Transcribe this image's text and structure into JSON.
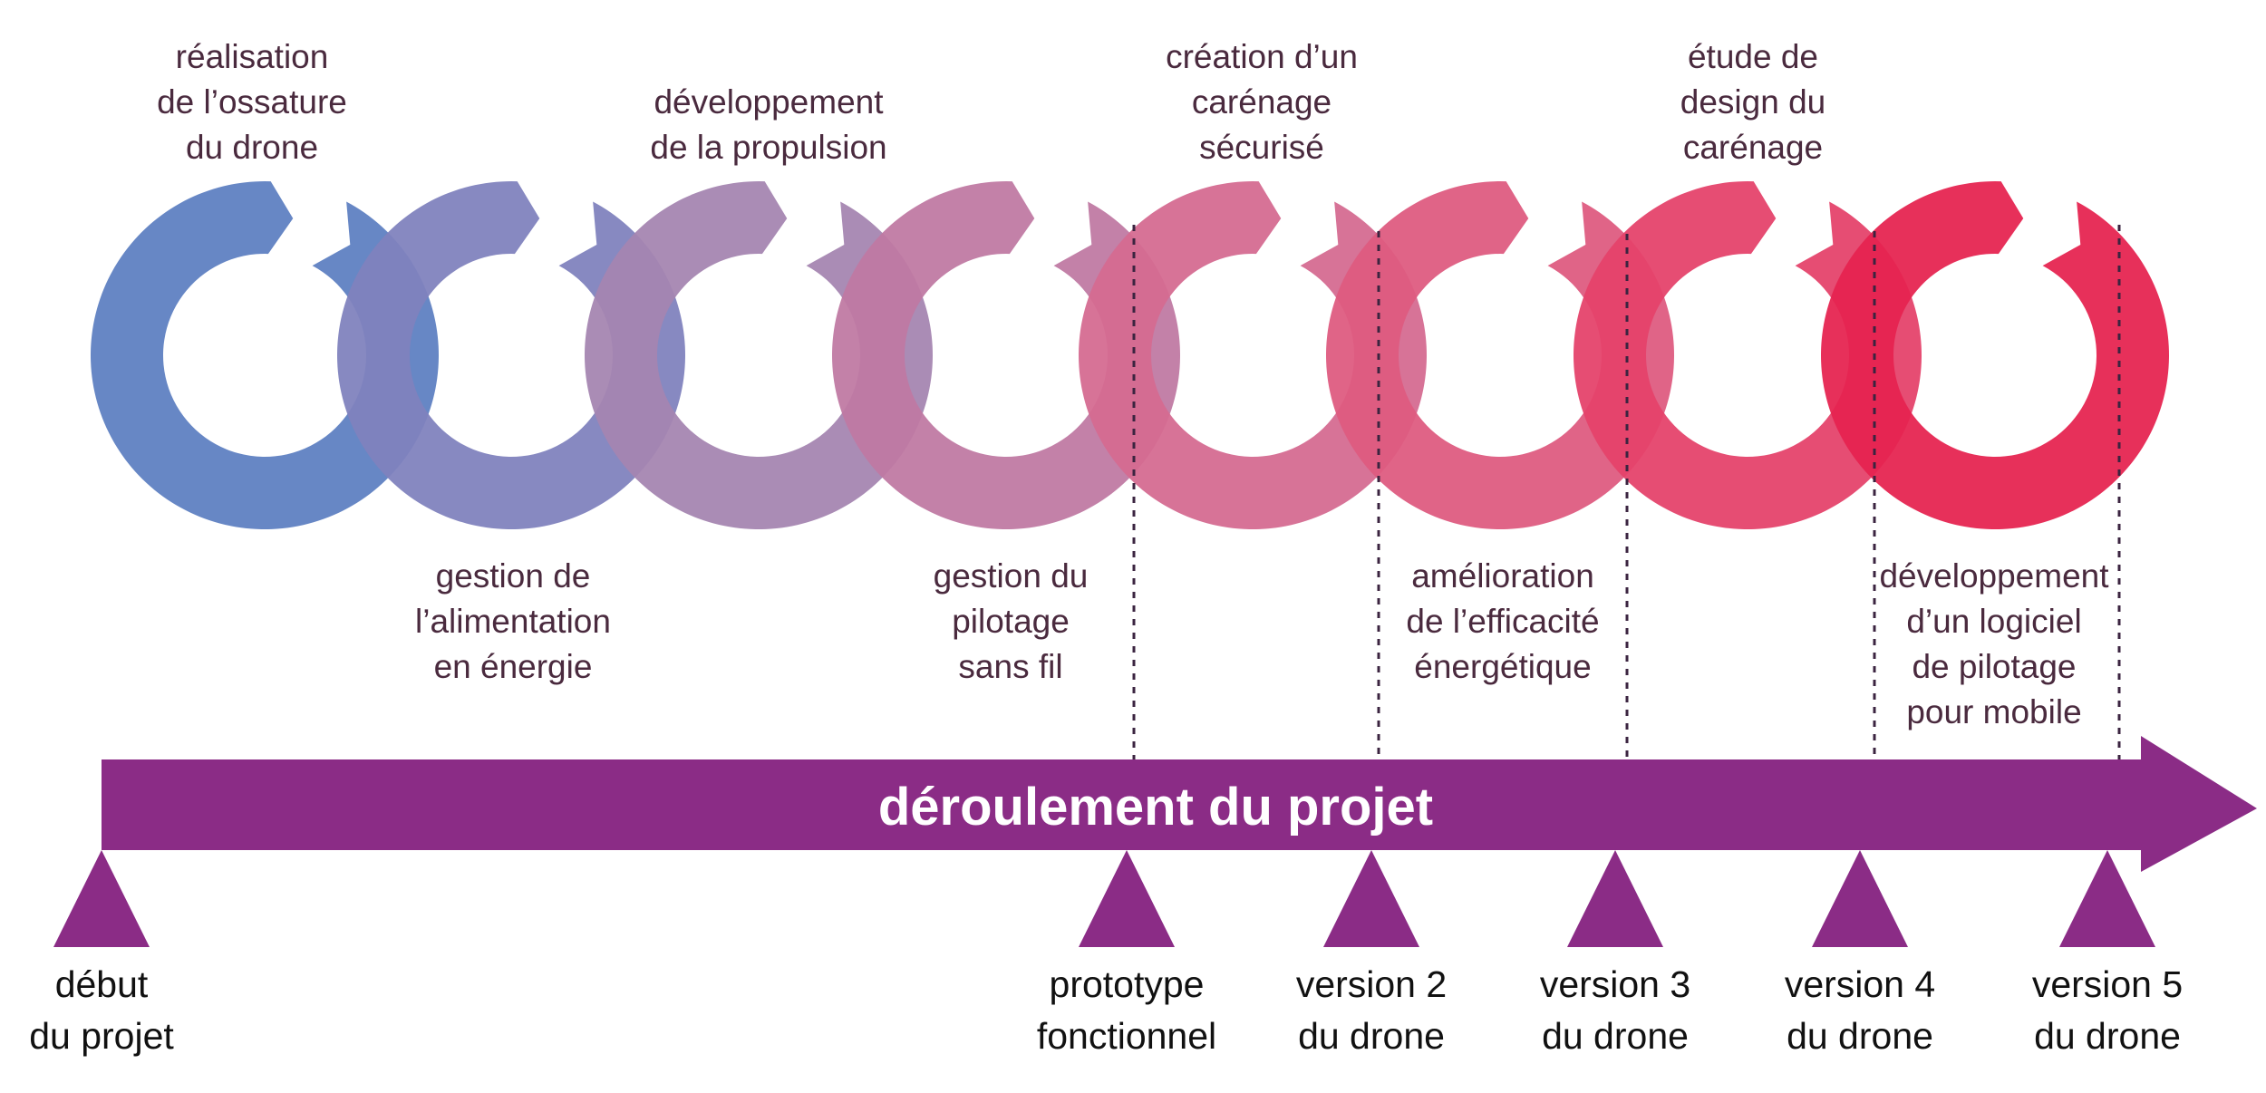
{
  "timeline": {
    "label": "déroulement du projet",
    "color": "#8b2c86"
  },
  "stages": [
    {
      "lines": [
        "réalisation",
        "de l’ossature",
        "du drone"
      ],
      "position": "top",
      "color": "#5e7fc1"
    },
    {
      "lines": [
        "gestion de",
        "l’alimentation",
        "en énergie"
      ],
      "position": "bottom",
      "color": "#8082bd"
    },
    {
      "lines": [
        "développement",
        "de la propulsion"
      ],
      "position": "top",
      "color": "#a585b0"
    },
    {
      "lines": [
        "gestion du",
        "pilotage",
        "sans fil"
      ],
      "position": "bottom",
      "color": "#bf79a3"
    },
    {
      "lines": [
        "création d’un",
        "carénage",
        "sécurisé"
      ],
      "position": "top",
      "color": "#d56a90"
    },
    {
      "lines": [
        "amélioration",
        "de l’efficacité",
        "énergétique"
      ],
      "position": "bottom",
      "color": "#de5a80"
    },
    {
      "lines": [
        "étude de",
        "design du",
        "carénage"
      ],
      "position": "top",
      "color": "#e4426a"
    },
    {
      "lines": [
        "développement",
        "d’un logiciel",
        "de pilotage",
        "pour mobile"
      ],
      "position": "bottom",
      "color": "#e52350"
    }
  ],
  "milestones": [
    {
      "lines": [
        "début",
        "du projet"
      ]
    },
    {
      "lines": [
        "prototype",
        "fonctionnel"
      ]
    },
    {
      "lines": [
        "version 2",
        "du drone"
      ]
    },
    {
      "lines": [
        "version 3",
        "du drone"
      ]
    },
    {
      "lines": [
        "version 4",
        "du drone"
      ]
    },
    {
      "lines": [
        "version 5",
        "du drone"
      ]
    }
  ]
}
